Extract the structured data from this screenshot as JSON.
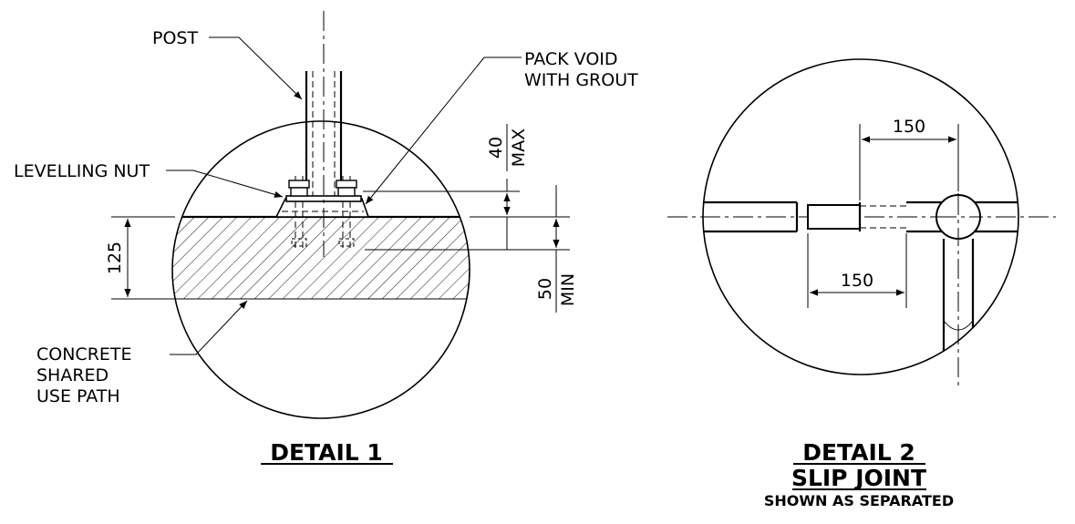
{
  "detail1": {
    "title": "DETAIL 1",
    "labels": {
      "post": "POST",
      "pack_void_line1": "PACK VOID",
      "pack_void_line2": "WITH GROUT",
      "levelling_nut": "LEVELLING NUT",
      "concrete_line1": "CONCRETE",
      "concrete_line2": "SHARED",
      "concrete_line3": "USE PATH"
    },
    "dims": {
      "slab_thickness": "125",
      "grout_value": "40",
      "grout_note": "MAX",
      "embed_value": "50",
      "embed_note": "MIN"
    }
  },
  "detail2": {
    "title_line1": "DETAIL 2",
    "title_line2": "SLIP JOINT",
    "subtitle": "SHOWN AS SEPARATED",
    "dims": {
      "upper": "150",
      "lower": "150"
    }
  }
}
